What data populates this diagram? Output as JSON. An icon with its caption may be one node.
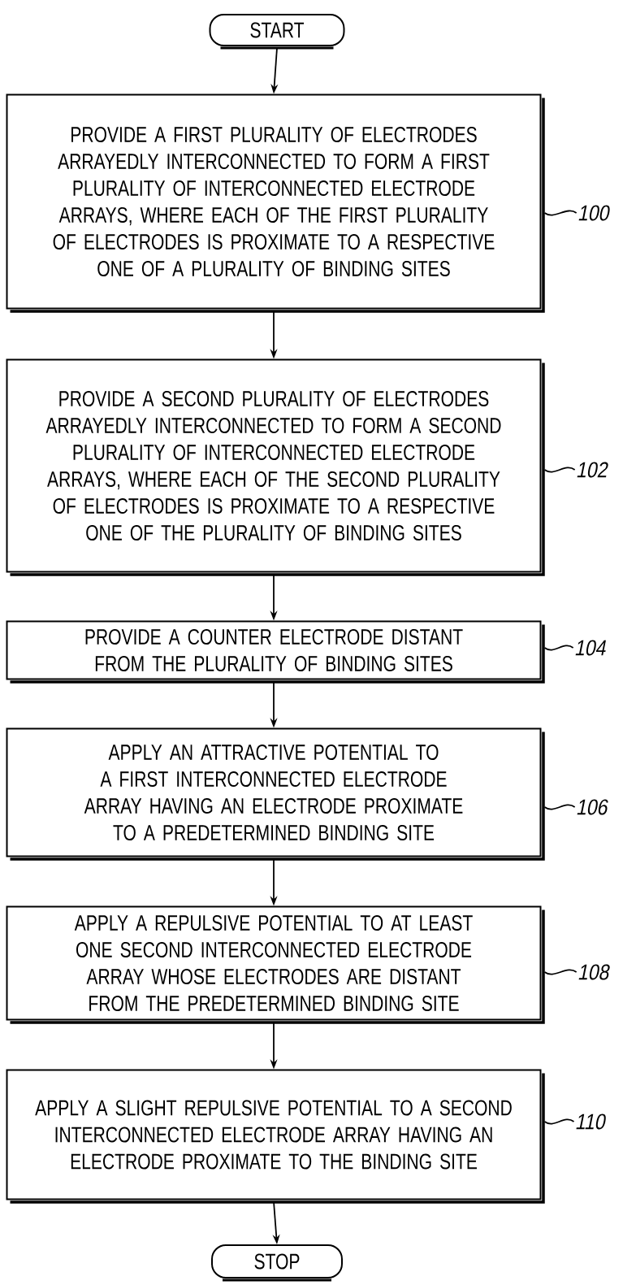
{
  "diagram": {
    "nodes": [
      {
        "text": [
          "START"
        ]
      },
      {
        "text": [
          "PROVIDE A FIRST PLURALITY OF ELECTRODES ARRAYEDLY INTERCONNECTED TO FORM A FIRST PLURALITY OF INTERCONNECTED ELECTRODE ARRAYS, WHERE EACH OF THE FIRST PLURALITY OF ELECTRODES IS PROXIMATE TO A RESPECTIVE ONE OF A PLURALITY OF BINDING SITES"
        ]
      },
      {
        "text": [
          "PROVIDE A SECOND PLURALITY OF ELECTRODES ARRAYEDLY INTERCONNECTED TO FORM A SECOND PLURALITY OF INTERCONNECTED ELECTRODE ARRAYS, WHERE EACH OF THE SECOND PLURALITY OF ELECTRODES IS PROXIMATE TO A RESPECTIVE ONE OF THE PLURALITY OF BINDING SITES"
        ]
      },
      {
        "text": [
          "PROVIDE A COUNTER ELECTRODE DISTANT FROM THE PLURALITY OF BINDING SITES"
        ]
      },
      {
        "text": [
          "APPLY AN ATTRACTIVE POTENTIAL TO A FIRST INTERCONNECTED ELECTRODE ARRAY HAVING AN ELECTRODE PROXIMATE TO A PREDETERMINED BINDING SITE"
        ]
      },
      {
        "text": [
          "APPLY A REPULSIVE POTENTIAL TO AT LEAST ONE SECOND INTERCONNECTED ELECTRODE ARRAY WHOSE ELECTRODES ARE DISTANT FROM THE PREDETERMINED BINDING SITE"
        ]
      },
      {
        "text": [
          "APPLY A SLIGHT REPULSIVE POTENTIAL TO A SECOND INTERCONNECTED ELECTRODE ARRAY HAVING AN ELECTRODE PROXIMATE TO THE BINDING SITE"
        ]
      },
      {
        "text": [
          "STOP"
        ]
      },
      {
        "text": [
          "100"
        ]
      },
      {
        "text": [
          "102"
        ]
      },
      {
        "text": [
          "104"
        ]
      },
      {
        "text": [
          "106"
        ]
      },
      {
        "text": [
          "108"
        ]
      },
      {
        "text": [
          "110"
        ]
      }
    ],
    "edges": [
      {
        "from": 0,
        "to": 1,
        "arrow": "to"
      },
      {
        "from": 1,
        "to": 2,
        "arrow": "to"
      },
      {
        "from": 2,
        "to": 3,
        "arrow": "to"
      },
      {
        "from": 3,
        "to": 4,
        "arrow": "to"
      },
      {
        "from": 4,
        "to": 5,
        "arrow": "to"
      },
      {
        "from": 5,
        "to": 6,
        "arrow": "to"
      },
      {
        "from": 6,
        "to": 7,
        "arrow": "to"
      },
      {
        "from": 8,
        "to": 1,
        "arrow": "none"
      },
      {
        "from": 9,
        "to": 2,
        "arrow": "none"
      },
      {
        "from": 10,
        "to": 3,
        "arrow": "none"
      },
      {
        "from": 11,
        "to": 4,
        "arrow": "none"
      },
      {
        "from": 12,
        "to": 5,
        "arrow": "none"
      },
      {
        "from": 13,
        "to": 6,
        "arrow": "none"
      }
    ]
  }
}
